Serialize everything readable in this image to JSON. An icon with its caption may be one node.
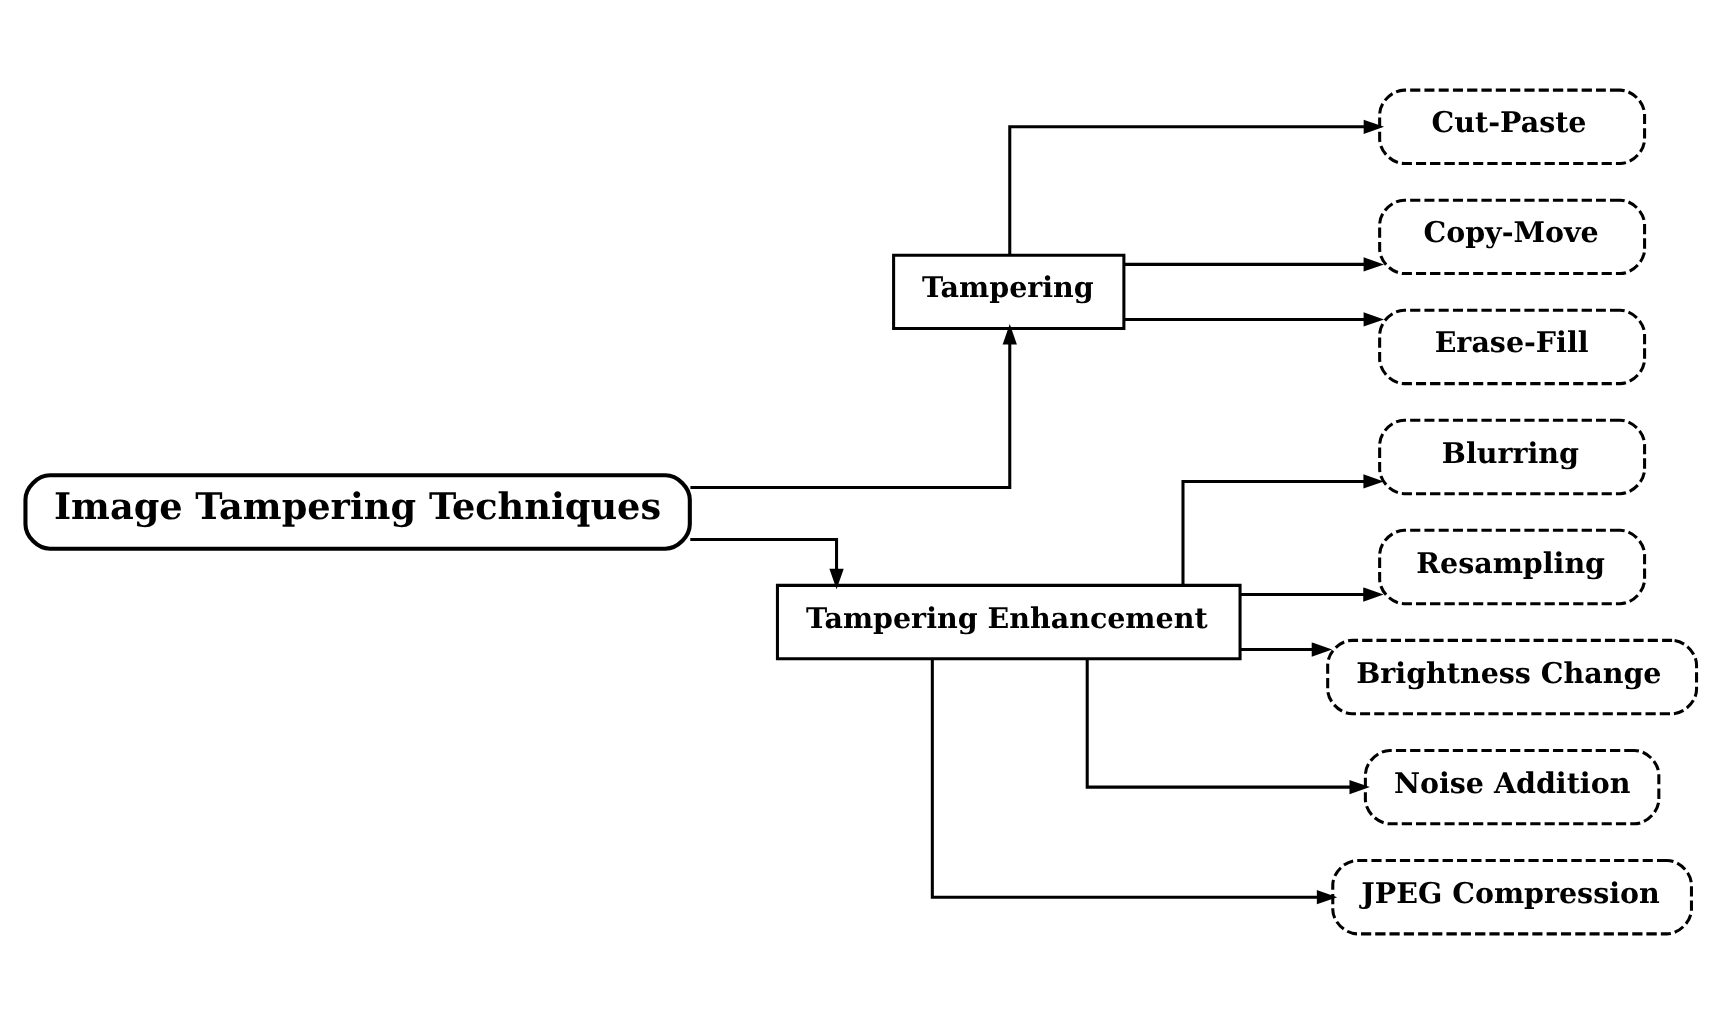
{
  "diagram": {
    "nodes": [
      {
        "text": [
          "Image Tampering Techniques"
        ]
      },
      {
        "text": [
          "Tampering"
        ]
      },
      {
        "text": [
          "Tampering Enhancement"
        ]
      },
      {
        "text": [
          "Cut-Paste"
        ]
      },
      {
        "text": [
          "Copy-Move"
        ]
      },
      {
        "text": [
          "Erase-Fill"
        ]
      },
      {
        "text": [
          "Blurring"
        ]
      },
      {
        "text": [
          "Resampling"
        ]
      },
      {
        "text": [
          "Brightness Change"
        ]
      },
      {
        "text": [
          "Noise Addition"
        ]
      },
      {
        "text": [
          "JPEG Compression"
        ]
      }
    ],
    "edges": [
      {
        "from": 0,
        "to": 1,
        "arrow": "to"
      },
      {
        "from": 0,
        "to": 2,
        "arrow": "to"
      },
      {
        "from": 1,
        "to": 3,
        "arrow": "to"
      },
      {
        "from": 1,
        "to": 4,
        "arrow": "to"
      },
      {
        "from": 1,
        "to": 5,
        "arrow": "to"
      },
      {
        "from": 2,
        "to": 6,
        "arrow": "to"
      },
      {
        "from": 2,
        "to": 7,
        "arrow": "to"
      },
      {
        "from": 2,
        "to": 8,
        "arrow": "to"
      },
      {
        "from": 2,
        "to": 9,
        "arrow": "to"
      },
      {
        "from": 2,
        "to": 10,
        "arrow": "to"
      }
    ]
  }
}
